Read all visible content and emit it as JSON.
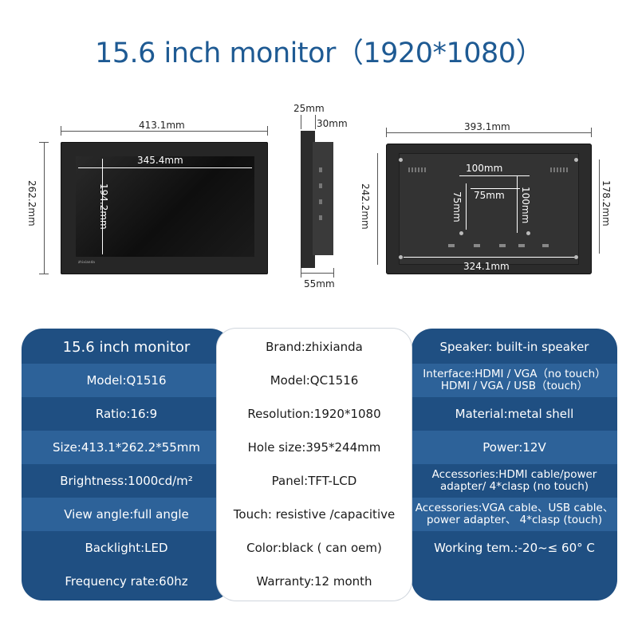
{
  "title": "15.6 inch monitor（1920*1080）",
  "dimensions": {
    "front_width": "413.1mm",
    "screen_width": "345.4mm",
    "screen_height": "194.2mm",
    "front_height": "262.2mm",
    "side_top": "25mm",
    "side_right": "30mm",
    "side_bottom": "55mm",
    "back_width": "393.1mm",
    "back_height_left": "242.2mm",
    "back_height_right": "178.2mm",
    "vesa_outer_w": "100mm",
    "vesa_inner_w": "75mm",
    "vesa_inner_h": "75mm",
    "vesa_outer_h": "100mm",
    "back_bottom": "324.1mm"
  },
  "brand_mark": "zhixianda",
  "specs": {
    "left": [
      "15.6 inch monitor",
      "Model:Q1516",
      "Ratio:16:9",
      "Size:413.1*262.2*55mm",
      "Brightness:1000cd/m²",
      "View angle:full angle",
      "Backlight:LED",
      "Frequency rate:60hz"
    ],
    "middle": [
      "Brand:zhixianda",
      "Model:QC1516",
      "Resolution:1920*1080",
      "Hole size:395*244mm",
      "Panel:TFT-LCD",
      "Touch: resistive /capacitive",
      "Color:black ( can oem)",
      "Warranty:12 month"
    ],
    "right": [
      "Speaker: built-in speaker",
      "Interface:HDMI / VGA（no touch）",
      "HDMI / VGA / USB（touch）",
      "Material:metal shell",
      "Power:12V",
      "Accessories:HDMI cable/power",
      "adapter/ 4*clasp (no touch)",
      "Accessories:VGA cable、USB cable、",
      "power adapter、 4*clasp (touch)",
      "Working tem.:-20~≤ 60° C"
    ]
  },
  "colors": {
    "title": "#1e5a93",
    "panel_blue": "#1f4f82",
    "stripe_blue": "#2d6299"
  }
}
